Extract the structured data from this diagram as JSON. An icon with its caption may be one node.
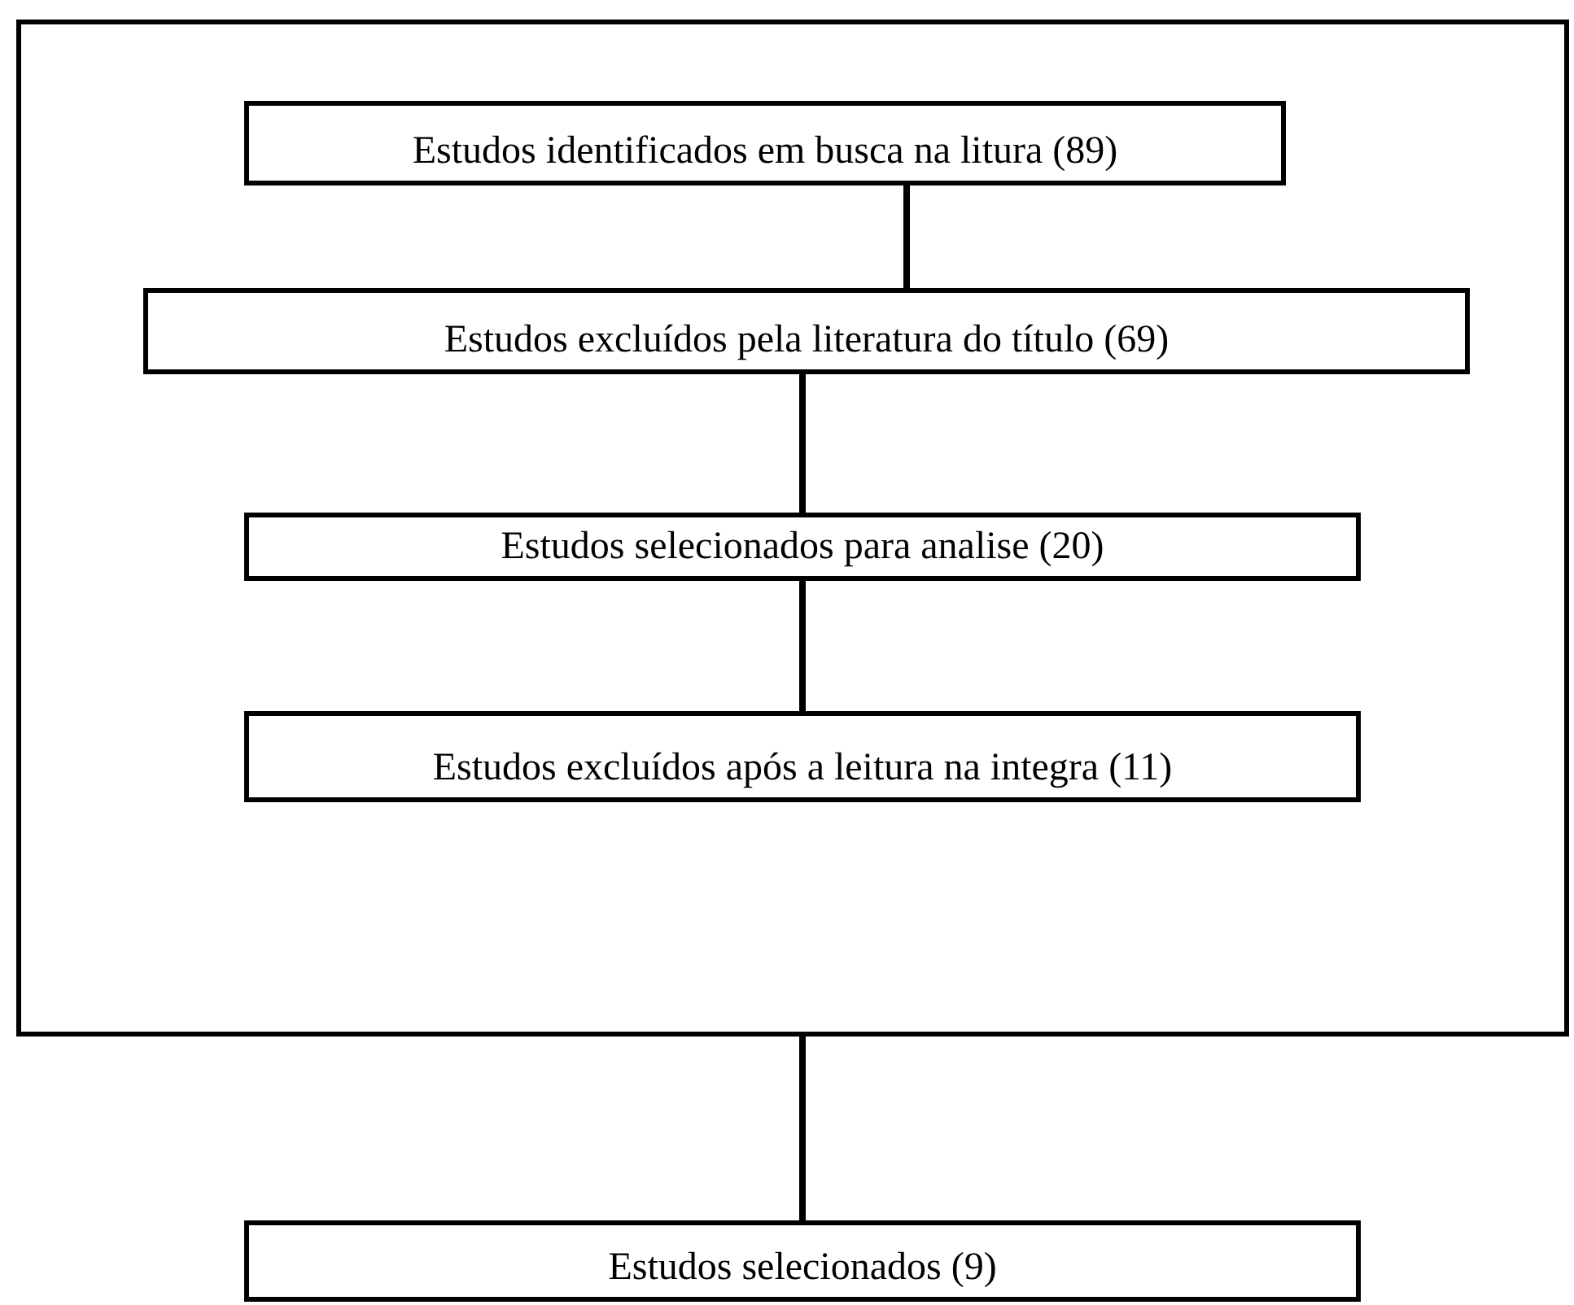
{
  "diagram": {
    "nodes": [
      {
        "text": [],
        "shape": "box"
      },
      {
        "text": [
          "Estudos identificados em busca na litura (89)"
        ],
        "in": 0
      },
      {
        "text": [
          "Estudos excluídos pela literatura do título (69)"
        ],
        "in": 0
      },
      {
        "text": [
          "Estudos selecionados para analise (20)"
        ],
        "in": 0
      },
      {
        "text": [
          "Estudos excluídos após a leitura na integra (11)"
        ],
        "in": 0
      },
      {
        "text": [
          "Estudos selecionados (9)"
        ]
      }
    ],
    "edges": [
      {
        "from": 1,
        "to": 2,
        "arrow": "none"
      },
      {
        "from": 2,
        "to": 3,
        "arrow": "none"
      },
      {
        "from": 3,
        "to": 4,
        "arrow": "none"
      },
      {
        "from": 0,
        "to": 5,
        "arrow": "none"
      }
    ]
  }
}
